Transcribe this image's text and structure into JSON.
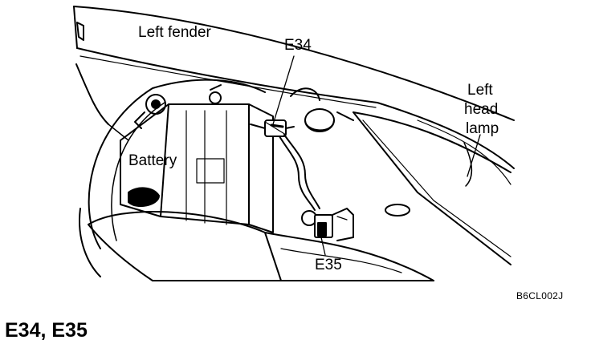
{
  "labels": {
    "left_fender": "Left fender",
    "e34": "E34",
    "battery": "Battery",
    "left_head_lamp": [
      "Left",
      "head",
      "lamp"
    ],
    "e35": "E35"
  },
  "figure_code": "B6CL002J",
  "caption": "E34,  E35"
}
